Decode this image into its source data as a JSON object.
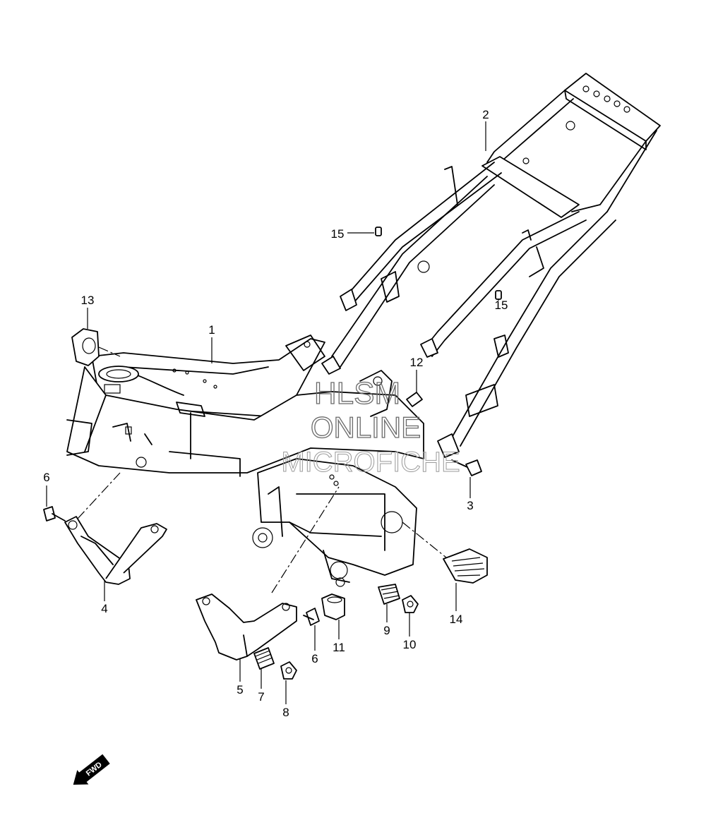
{
  "callouts": [
    "1",
    "2",
    "3",
    "4",
    "5",
    "6",
    "6",
    "7",
    "8",
    "9",
    "10",
    "11",
    "12",
    "13",
    "14",
    "15",
    "15"
  ],
  "watermark": {
    "line1": "HLSM",
    "line2": "ONLINE",
    "line3": "MICROFICHE"
  },
  "direction_badge": {
    "label": "FWD",
    "icon": "arrow-left-down-icon"
  },
  "colors": {
    "ink": "#000000",
    "background": "#ffffff",
    "watermark": "#6a6a6a"
  }
}
